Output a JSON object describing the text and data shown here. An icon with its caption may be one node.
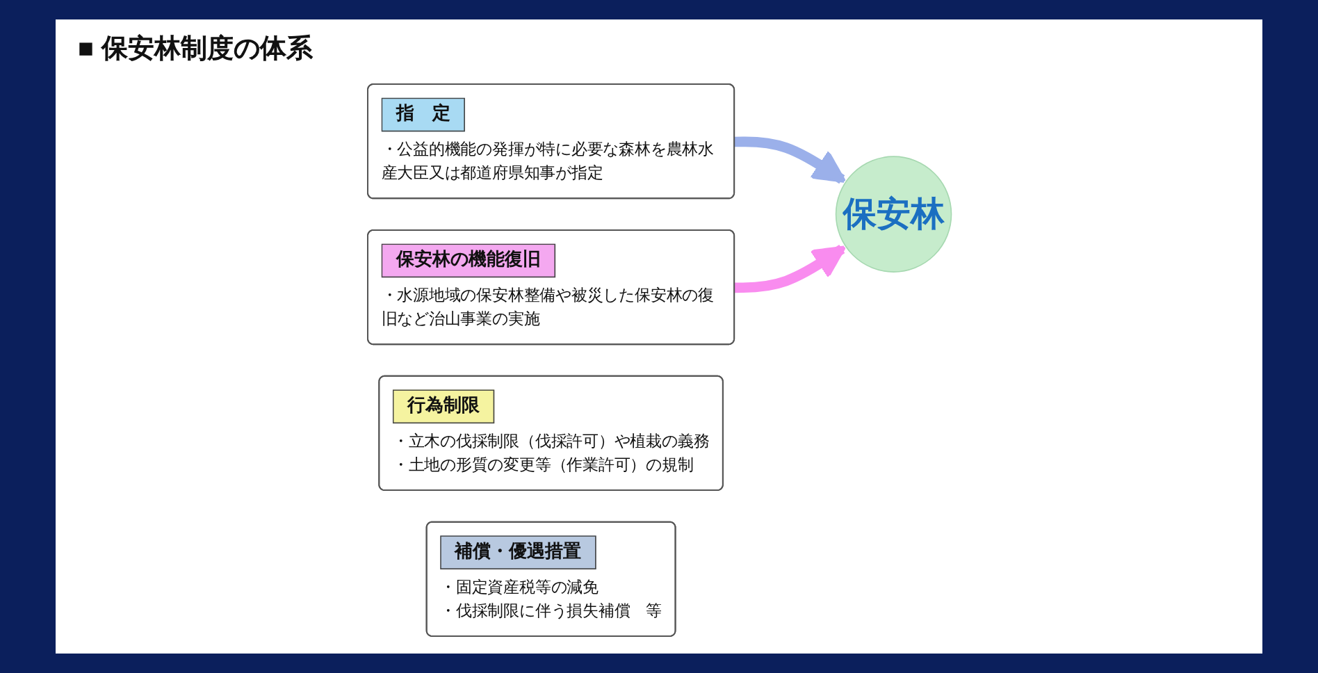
{
  "diagram": {
    "title": "■ 保安林制度の体系",
    "nodes": [
      {
        "text": [
          "指　定",
          "・公益的機能の発揮が特に必要な森林を農林水産大臣又は都道府県知事が指定"
        ]
      },
      {
        "text": [
          "保安林"
        ]
      },
      {
        "text": [
          "保安林の機能復旧",
          "・水源地域の保安林整備や被災した保安林の復旧など治山事業の実施"
        ]
      },
      {
        "text": [
          "行為制限",
          "・立木の伐採制限（伐採許可）や植栽の義務",
          "・土地の形質の変更等（作業許可）の規制"
        ]
      },
      {
        "text": [
          "補償・優遇措置",
          "・固定資産税等の減免",
          "・伐採制限に伴う損失補償　等"
        ]
      }
    ],
    "edges": [
      {
        "from": 0,
        "to": 1,
        "arrow": "to",
        "color": "#9bb0ea"
      },
      {
        "from": 2,
        "to": 1,
        "arrow": "to",
        "color": "#f98cef"
      }
    ]
  }
}
